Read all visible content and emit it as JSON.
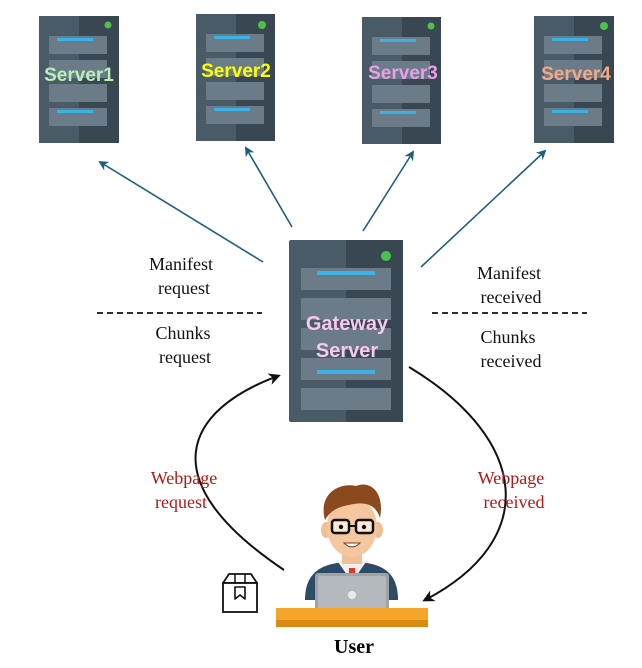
{
  "servers": [
    {
      "label": "Server1",
      "color": "#b8f0b8"
    },
    {
      "label": "Server2",
      "color": "#ffff00"
    },
    {
      "label": "Server3",
      "color": "#e8a0e8"
    },
    {
      "label": "Server4",
      "color": "#f4a888"
    }
  ],
  "gateway": {
    "line1": "Gateway",
    "line2": "Server",
    "color": "#f8c8f0"
  },
  "left_labels": {
    "manifest_1": "Manifest",
    "manifest_2": "request",
    "chunks_1": "Chunks",
    "chunks_2": "request"
  },
  "right_labels": {
    "manifest_1": "Manifest",
    "manifest_2": "received",
    "chunks_1": "Chunks",
    "chunks_2": "received"
  },
  "webpage_request": {
    "line1": "Webpage",
    "line2": "request"
  },
  "webpage_received": {
    "line1": "Webpage",
    "line2": "received"
  },
  "user_label": "User",
  "colors": {
    "arrow_blue": "#1e5f7e",
    "server_body": "#4a5b68",
    "server_dark": "#384752",
    "server_slot": "#6b7b87",
    "server_led": "#4cc14c",
    "server_stripe": "#3ab2e8",
    "label_red": "#b01818"
  }
}
